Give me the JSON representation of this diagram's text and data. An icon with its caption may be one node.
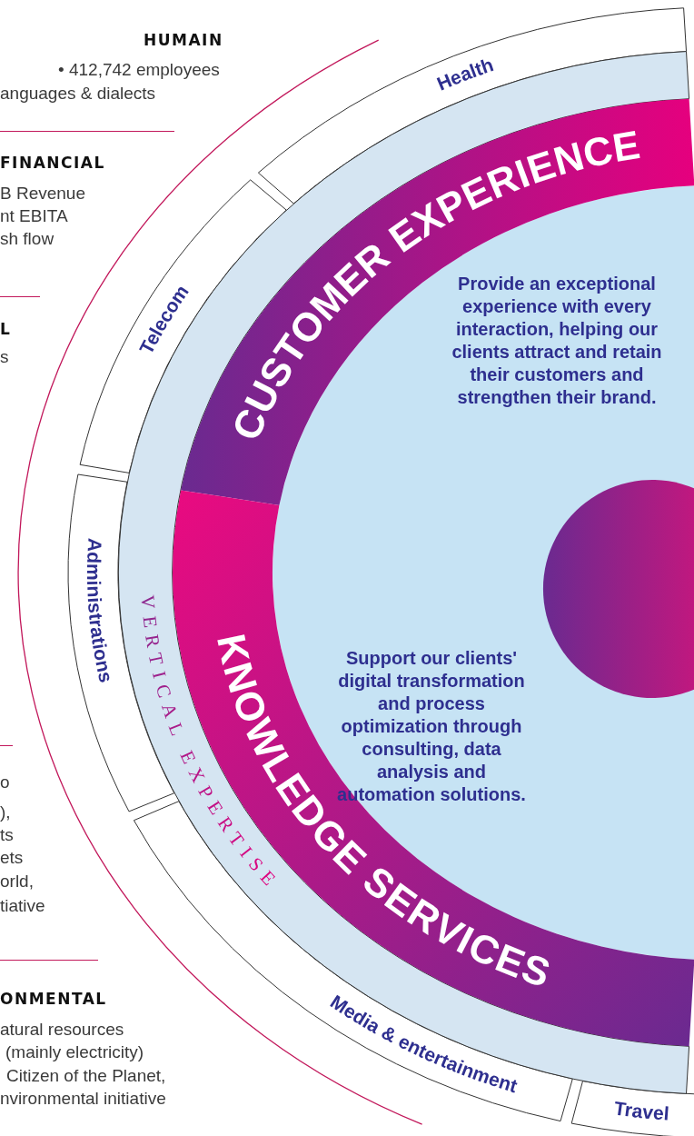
{
  "diagram": {
    "nodes": [
      {
        "text": [
          "Health"
        ]
      },
      {
        "text": [
          "Telecom"
        ]
      },
      {
        "text": [
          "Administrations"
        ]
      },
      {
        "text": [
          "Media & entertainment"
        ]
      },
      {
        "text": [
          "Travel"
        ]
      },
      {
        "text": [
          "VERTICAL EXPERTISE"
        ]
      },
      {
        "text": [
          "CUSTOMER EXPERIENCE",
          "Provide an exceptional experience with every interaction, helping our clients attract and retain their customers and strengthen their brand."
        ]
      },
      {
        "text": [
          "KNOWLEDGE SERVICES",
          "Support our clients' digital transformation and process optimization through consulting, data analysis and automation solutions."
        ]
      },
      {
        "text": [],
        "shape": "circle"
      }
    ],
    "labels": [
      "HUMAIN",
      "• 412,742 employees",
      "anguages & dialects",
      "FINANCIAL",
      "B Revenue",
      "nt EBITA",
      "sh flow",
      "L",
      "s",
      "o",
      "),",
      "ts",
      "ets",
      "orld,",
      "tiative",
      "ONMENTAL",
      "atural resources",
      "(mainly electricity)",
      "Citizen of the Planet,",
      "nvironmental initiative"
    ]
  }
}
